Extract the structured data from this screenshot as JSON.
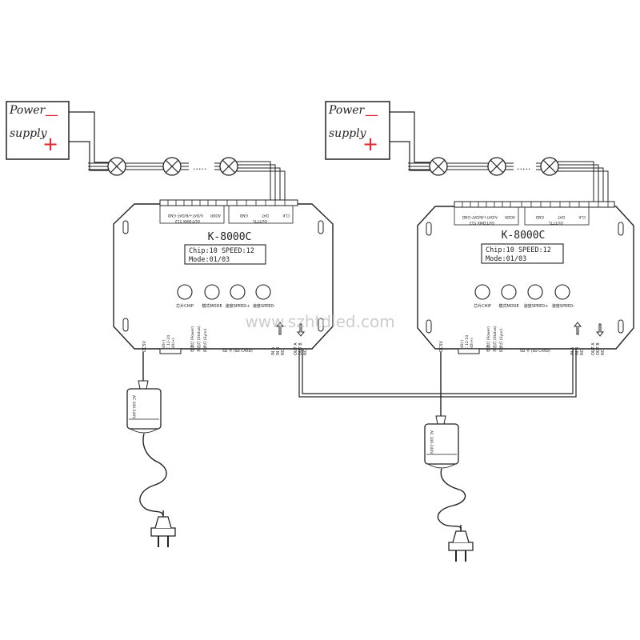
{
  "power_supply": {
    "line1": "Power",
    "line2": "supply",
    "minus": "—",
    "plus": "+"
  },
  "ellipsis": ".....",
  "controller": {
    "model": "K-8000C",
    "display_line1": "Chip:10  SPEED:12",
    "display_line2": "Mode:01/03",
    "buttons": [
      "芯片CHIP",
      "模式MODE",
      "速度SPEED+",
      "速度SPEED-"
    ],
    "top_ports_left": [
      "ADDR",
      "A/DAT+/B/DAT-",
      "GND"
    ],
    "top_ports_right": [
      "CLK",
      "DAT",
      "GND"
    ],
    "top_group_left": "OUT-DMX 512",
    "top_group_right": "OUT-TTL",
    "bottom_power": "DC5V",
    "bottom_power_pins": [
      "GND(-)",
      "DC 12-24",
      "GND(+)"
    ],
    "status": [
      "电源灯 (Power)",
      "状态灯 (Status)",
      "同步灯 (Sync)"
    ],
    "sd": "SD 卡 (SD CARD)",
    "sync_in": [
      "IN A",
      "IN B",
      "NC"
    ],
    "sync_out": [
      "OUT A",
      "OUT B",
      "NC"
    ]
  },
  "adapter_label": "AC 100-240V",
  "watermark": "www.szhtdled.com",
  "colors": {
    "line": "#222222",
    "accent": "#e0262b",
    "watermark": "#bbbbbb"
  }
}
